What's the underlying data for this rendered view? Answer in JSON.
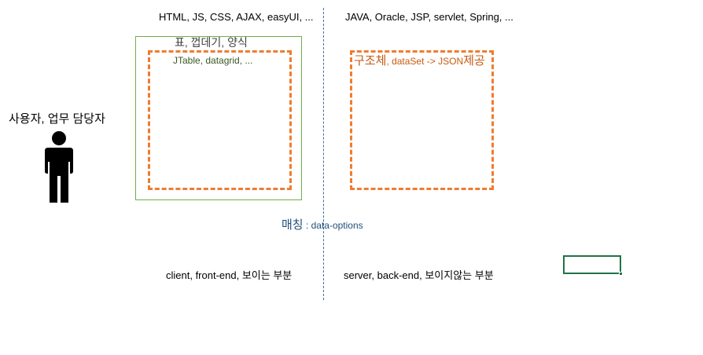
{
  "colors": {
    "divider": "#3c6ea5",
    "green_box": "#70ad47",
    "orange_box": "#ed7d31",
    "green_text": "#385723",
    "orange_text": "#c55a11",
    "blue_text": "#1f4e79",
    "cell_selection": "#217346"
  },
  "user": {
    "label": "사용자, 업무 담당자",
    "icon": "person-icon"
  },
  "front": {
    "tech": "HTML, JS, CSS, AJAX, easyUI, ...",
    "outer_label": "표, 껍데기, 양식",
    "inner_label": "JTable, datagrid, ...",
    "caption": "client, front-end, 보이는 부분"
  },
  "back": {
    "tech": "JAVA, Oracle, JSP, servlet, Spring, ...",
    "box_label_ko1": "구조체",
    "box_label_mid": ", dataSet -> JSON",
    "box_label_ko2": "제공",
    "caption": "server, back-end, 보이지않는 부분"
  },
  "mapping": {
    "label_ko": "매칭",
    "label_rest": " : data-options"
  }
}
